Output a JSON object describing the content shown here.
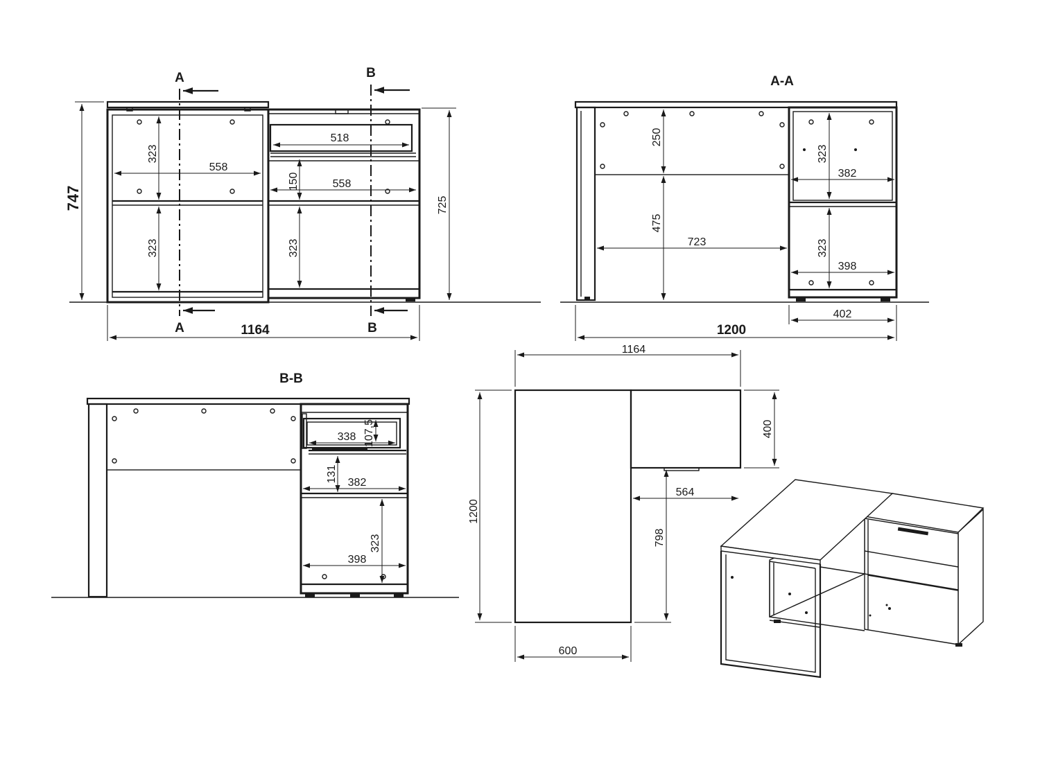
{
  "front_view": {
    "section_a_label": "A",
    "section_b_label": "B",
    "height_total": "747",
    "height_body": "725",
    "width_total": "1164",
    "drawer_width": "518",
    "shelf_width_left": "558",
    "shelf_width_right": "558",
    "drawer_gap": "150",
    "compartment_left_upper": "323",
    "compartment_left_lower": "323",
    "compartment_right_lower": "323"
  },
  "section_aa": {
    "title": "A-A",
    "width_total": "1200",
    "upper_height": "250",
    "lower_height": "475",
    "desk_opening": "723",
    "right_upper_height": "323",
    "right_upper_width": "382",
    "right_lower_height": "323",
    "right_lower_width": "398",
    "right_unit_width": "402"
  },
  "section_bb": {
    "title": "B-B",
    "drawer_inner_width": "338",
    "drawer_inner_height": "107,5",
    "middle_height": "131",
    "middle_width": "382",
    "lower_width": "398",
    "lower_height": "323"
  },
  "top_view": {
    "width_total": "1164",
    "depth_total": "1200",
    "side_depth": "400",
    "side_width": "564",
    "remaining_depth": "798",
    "desk_width": "600"
  }
}
